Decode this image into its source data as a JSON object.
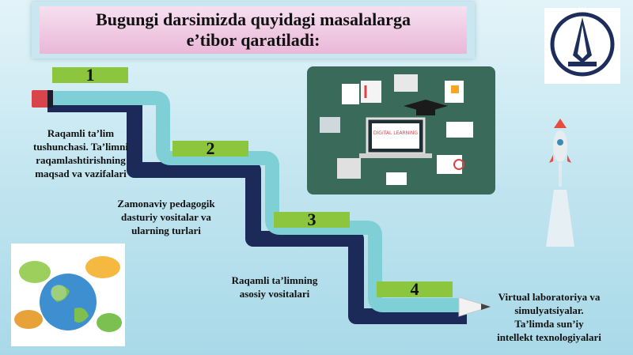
{
  "title": "Bugungi darsimizda quyidagi masalalarga\ne’tibor qaratiladi:",
  "steps": [
    {
      "number": "1",
      "text": "Raqamli ta’lim\ntushunchasi. Ta’limni\nraqamlashtirishning\nmaqsad va vazifalari"
    },
    {
      "number": "2",
      "text": "Zamonaviy pedagogik\ndasturiy vositalar va\nularning turlari"
    },
    {
      "number": "3",
      "text": "Raqamli ta’limning\nasosiy vositalari"
    },
    {
      "number": "4",
      "text": "Virtual laboratoriya va\nsimulyatsiyalar.\nTa’limda sun’iy\nintellekt texnologiyalari"
    }
  ],
  "photo_screen_text": "DIGITAL LEARNING",
  "icons": [
    "pencil-path-icon",
    "rocket-icon",
    "globe-icon",
    "graduation-cap-icon",
    "university-logo-icon"
  ],
  "colors": {
    "path": "#7fcfd6",
    "path_shadow": "#1c2a5a",
    "step_label": "#8cc63f",
    "pencil_tip": "#d9434a"
  }
}
